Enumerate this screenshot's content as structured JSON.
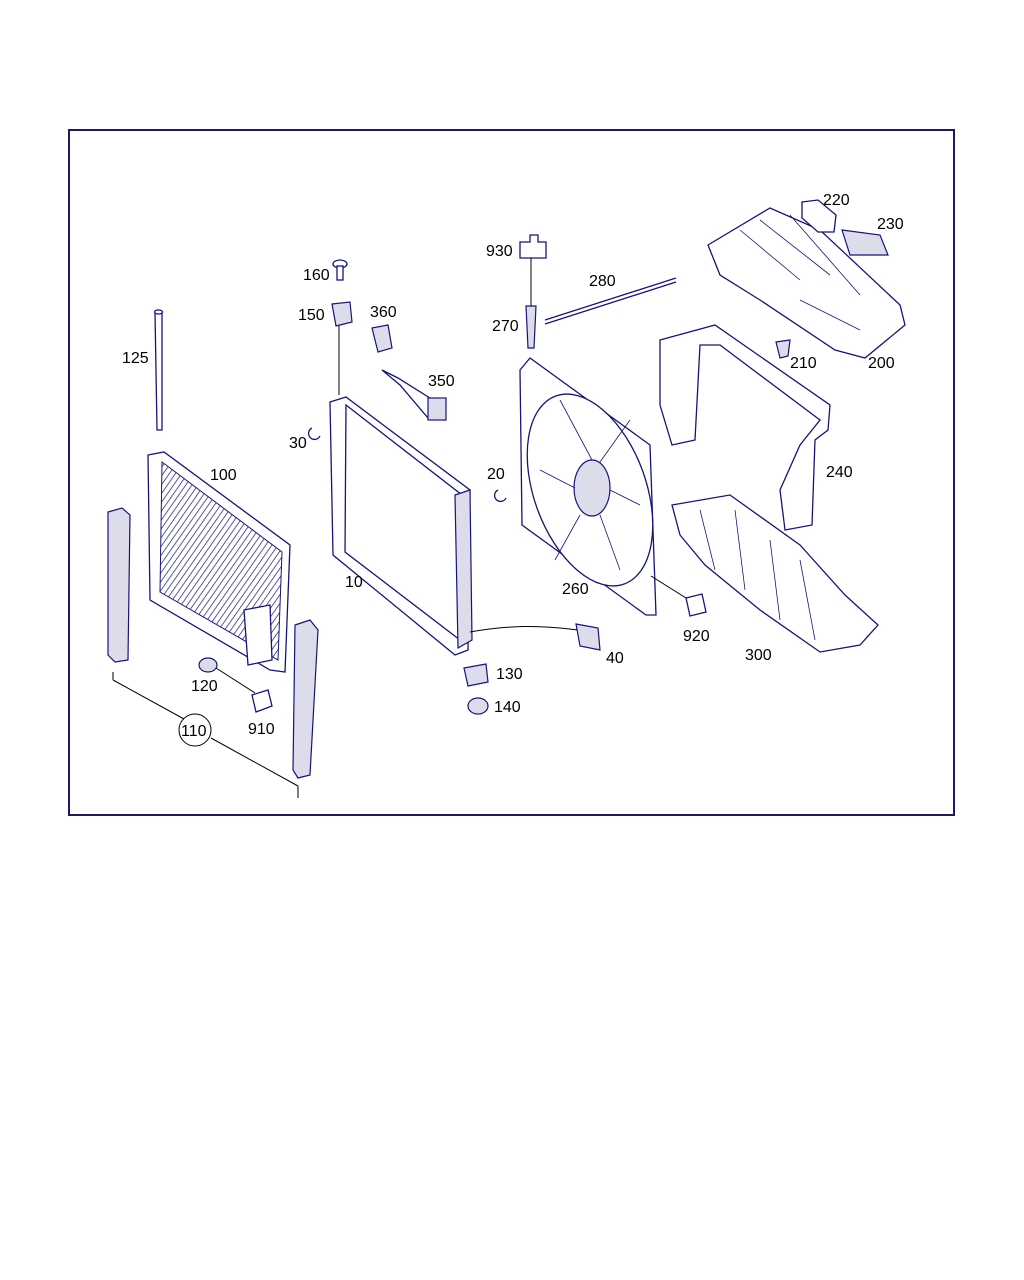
{
  "diagram": {
    "callouts": [
      "10",
      "20",
      "30",
      "40",
      "100",
      "110",
      "120",
      "125",
      "130",
      "140",
      "150",
      "160",
      "200",
      "210",
      "220",
      "230",
      "240",
      "260",
      "270",
      "280",
      "300",
      "350",
      "360",
      "910",
      "920",
      "930"
    ]
  },
  "colors": {
    "line": "#15157a",
    "frame": "#1a1a5e",
    "fill": "#dcdcea"
  }
}
